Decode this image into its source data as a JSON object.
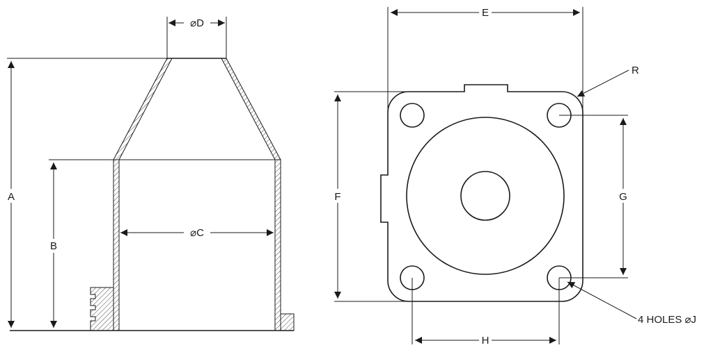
{
  "labels": {
    "a": "A",
    "b": "B",
    "c": "⌀C",
    "d": "⌀D",
    "e": "E",
    "f": "F",
    "g": "G",
    "h": "H",
    "r": "R",
    "j": "4 HOLES ⌀J"
  },
  "colors": {
    "line": "#1a1a1a",
    "background": "#ffffff"
  }
}
